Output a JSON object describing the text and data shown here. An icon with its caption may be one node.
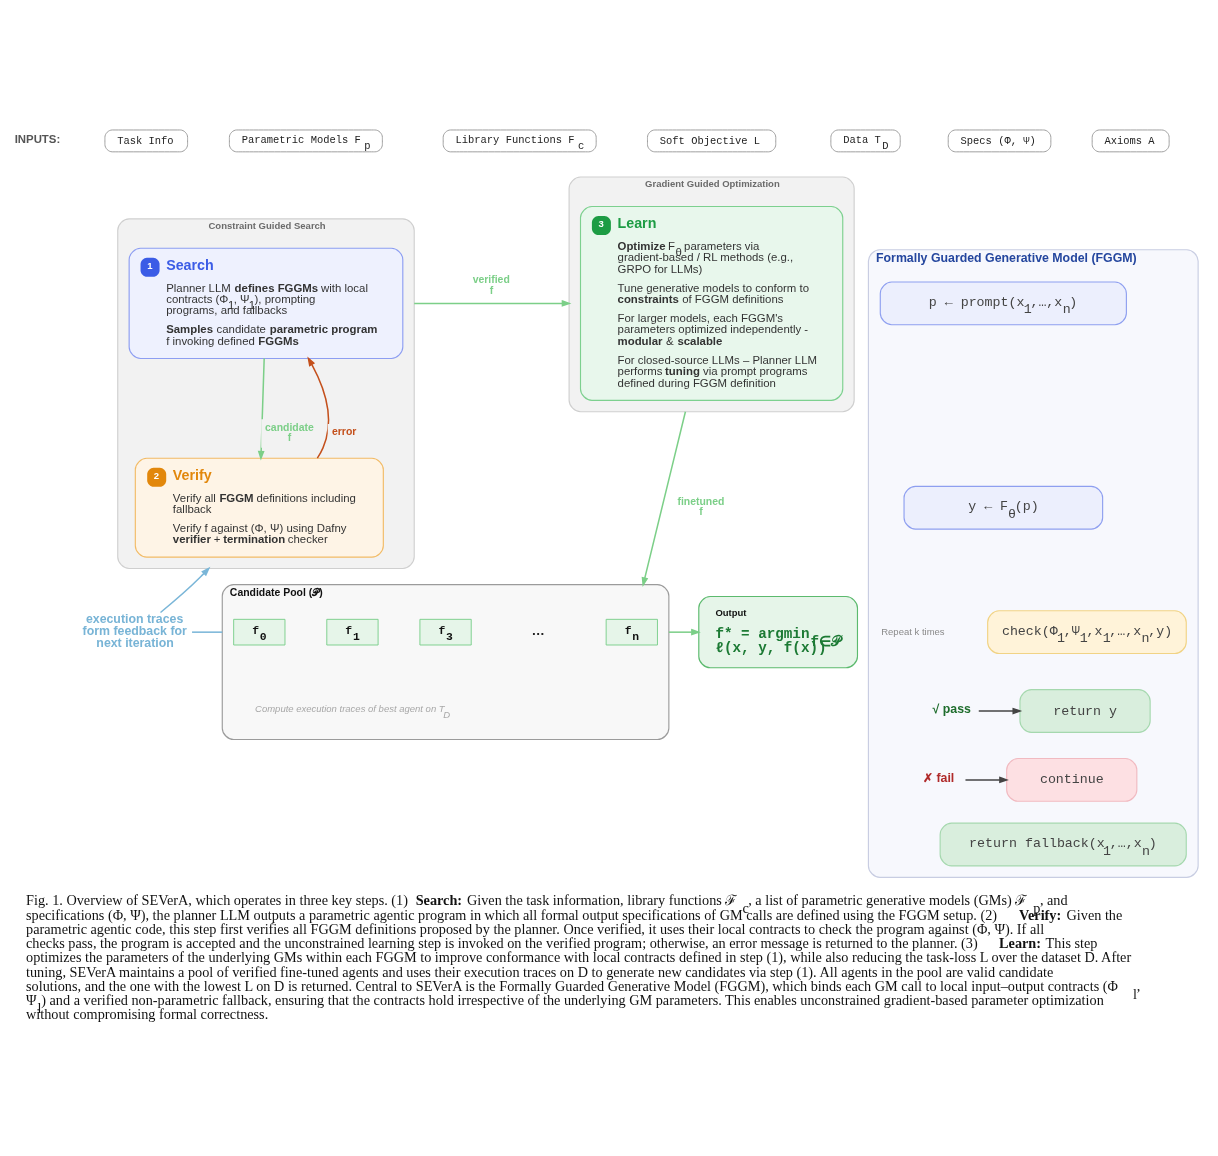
{
  "diagram": {
    "caption": "Fig. 1. Overview of SEVerA, which operates in three key steps. (1) **Search:** Given the task information, library functions ℱ$_{c}$, a list of parametric generative models (GMs) ℱ$_{p}$, and specifications (Φ, Ψ), the planner LLM outputs a parametric agentic program in which all formal output specifications of GM calls are defined using the FGGM setup. (2) **Verify:** Given the parametric agentic code, this step first verifies all FGGM definitions proposed by the planner. Once verified, it uses their local contracts to check the program against (Φ, Ψ). If all checks pass, the program is accepted and the unconstrained learning step is invoked on the verified program; otherwise, an error message is returned to the planner. (3) **Learn:** This step optimizes the parameters of the underlying GMs within each FGGM to improve conformance with local contracts defined in step (1), while also reducing the task-loss L over the dataset D. After tuning, SEVerA maintains a pool of verified fine-tuned agents and uses their execution traces on D to generate new candidates via step (1). All agents in the pool are valid candidate solutions, and the one with the lowest L on D is returned. Central to SEVerA is the Formally Guarded Generative Model (FGGM), which binds each GM call to local input–output contracts (Φ$_{l}$, Ψ$_{l}$) and a verified non-parametric fallback, ensuring that the contracts hold irrespective of the underlying GM parameters. This enables unconstrained gradient-based parameter optimization without compromising formal correctness.",
    "nodes": [
      {
        "text": [
          "Task Info"
        ]
      },
      {
        "text": [
          "Parametric Models F$_{p}$"
        ]
      },
      {
        "text": [
          "Library Functions F$_{c}$"
        ]
      },
      {
        "text": [
          "Soft Objective L"
        ]
      },
      {
        "text": [
          "Data T$_{D}$"
        ]
      },
      {
        "text": [
          "Specs (Φ, Ψ)"
        ]
      },
      {
        "text": [
          "Axioms A"
        ]
      },
      {
        "text": [
          "Constraint Guided Search"
        ]
      },
      {
        "text": [
          "1",
          "Search",
          "Planner LLM **defines FGGMs** with local contracts (Φ$_{1}$, Ψ$_{1}$), prompting programs, and fallbacks",
          "**Samples** candidate **parametric program** f invoking defined **FGGMs**"
        ],
        "in": 7
      },
      {
        "text": [
          "2",
          "Verify",
          "Verify all **FGGM** definitions including fallback",
          "Verify f against (Φ, Ψ) using Dafny **verifier** + **termination** checker"
        ],
        "in": 7
      },
      {
        "text": [
          "Gradient Guided Optimization"
        ]
      },
      {
        "text": [
          "3",
          "Learn",
          "**Optimize** F$_{θ}$ parameters via gradient-based / RL methods (e.g., GRPO for LLMs)",
          "Tune generative models to conform to **constraints** of FGGM definitions",
          "For larger models, each FGGM's parameters optimized independently - **modular** & **scalable**",
          "For closed-source LLMs – Planner LLM performs **tuning** via prompt programs defined during FGGM definition"
        ],
        "in": 10
      },
      {
        "text": [
          "Formally Guarded Generative Model (FGGM)"
        ]
      },
      {
        "text": [
          "p ← prompt(x$_{1}$,…,x$_{n}$)"
        ],
        "in": 12
      },
      {
        "text": [
          "y ← F$_{θ}$(p)"
        ],
        "in": 12
      },
      {
        "text": [
          "check(Φ$_{1}$,Ψ$_{1}$,x$_{1}$,…,x$_{n}$,y)"
        ],
        "in": 12
      },
      {
        "text": [
          "√ pass"
        ],
        "in": 12
      },
      {
        "text": [
          "return y"
        ],
        "in": 12
      },
      {
        "text": [
          "✗ fail"
        ],
        "in": 12
      },
      {
        "text": [
          "continue"
        ],
        "in": 12
      },
      {
        "text": [
          "return fallback(x$_{1}$,…,x$_{n}$)"
        ],
        "in": 12
      },
      {
        "text": [
          "execution traces form feedback for next iteration"
        ]
      },
      {
        "text": [
          "Candidate Pool (𝒫)",
          "Compute execution traces of best agent on T$_{D}$"
        ]
      },
      {
        "text": [
          "f$_{0}$"
        ],
        "in": 22
      },
      {
        "text": [
          "f$_{1}$"
        ],
        "in": 22
      },
      {
        "text": [
          "f$_{3}$"
        ],
        "in": 22
      },
      {
        "text": [
          "f$_{n}$"
        ],
        "in": 22
      },
      {
        "text": [
          "Output",
          "f* = argmin$_{f∈𝒫}$ ℓ(x, y, f(x))"
        ]
      }
    ],
    "edges": [
      {
        "from": 8,
        "to": 9,
        "arrow": "to",
        "label": "candidate f"
      },
      {
        "from": 9,
        "to": 8,
        "arrow": "to",
        "label": "error",
        "color": "#c4501c"
      },
      {
        "from": 7,
        "to": 10,
        "arrow": "to",
        "label": "verified f"
      },
      {
        "from": 16,
        "to": 17,
        "arrow": "to",
        "color": "#444444"
      },
      {
        "from": 18,
        "to": 19,
        "arrow": "to",
        "color": "#444444"
      },
      {
        "from": 10,
        "to": 22,
        "arrow": "to",
        "label": "finetuned f"
      },
      {
        "from": 22,
        "to": 27,
        "arrow": "to"
      },
      {
        "from": 22,
        "to": 21,
        "arrow": "none",
        "color": "#7ab6d8"
      },
      {
        "from": 21,
        "to": 7,
        "arrow": "to",
        "color": "#7ab6d8"
      }
    ],
    "labels": [
      "INPUTS:",
      "Repeat k times",
      "…"
    ]
  }
}
